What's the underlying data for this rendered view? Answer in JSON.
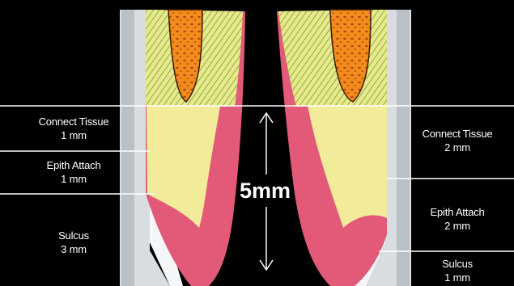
{
  "colors": {
    "background": "#000000",
    "enamel": "#d9dde0",
    "gingiva_pink": "#e35a78",
    "connective_yellow": "#f2ec9a",
    "bone_orange": "#f28c1c",
    "guide_line": "#ffffff"
  },
  "left_labels": {
    "connective_tissue": {
      "name": "Connect Tissue",
      "size": "1 mm"
    },
    "epithelial_attachment": {
      "name": "Epith Attach",
      "size": "1 mm"
    },
    "sulcus": {
      "name": "Sulcus",
      "size": "3 mm"
    }
  },
  "right_labels": {
    "connective_tissue": {
      "name": "Connect Tissue",
      "size": "2 mm"
    },
    "epithelial_attachment": {
      "name": "Epith Attach",
      "size": "2 mm"
    },
    "sulcus": {
      "name": "Sulcus",
      "size": "1 mm"
    }
  },
  "center_measure": {
    "label": "5mm"
  }
}
